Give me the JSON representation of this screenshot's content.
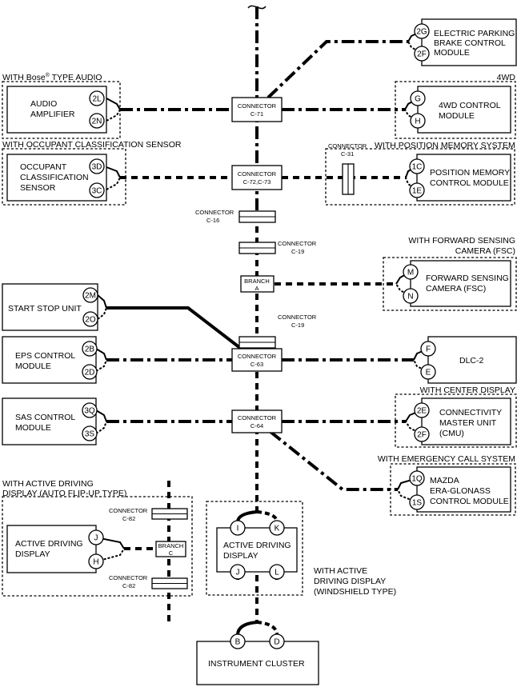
{
  "groups": {
    "bose": "WITH Bose",
    "bose_reg": "®",
    "bose_tail": " TYPE AUDIO",
    "fourwd": "4WD",
    "ocs": "WITH OCCUPANT CLASSIFICATION SENSOR",
    "posmem": "WITH POSITION MEMORY SYSTEM",
    "fsc_1": "WITH FORWARD SENSING",
    "fsc_2": "CAMERA (FSC)",
    "center": "WITH CENTER DISPLAY",
    "emergency": "WITH EMERGENCY CALL SYSTEM",
    "adflip_1": "WITH ACTIVE DRIVING",
    "adflip_2": "DISPLAY (AUTO FLIP-UP TYPE)",
    "adwind_1": "WITH ACTIVE",
    "adwind_2": "DRIVING DISPLAY",
    "adwind_3": "(WINDSHIELD TYPE)"
  },
  "modules": {
    "epb": [
      "ELECTRIC PARKING",
      "BRAKE CONTROL",
      "MODULE"
    ],
    "audio": [
      "AUDIO",
      "AMPLIFIER"
    ],
    "fourwd": [
      "4WD CONTROL",
      "MODULE"
    ],
    "ocs": [
      "OCCUPANT",
      "CLASSIFICATION",
      "SENSOR"
    ],
    "posmem": [
      "POSITION MEMORY",
      "CONTROL MODULE"
    ],
    "fsc": [
      "FORWARD SENSING",
      "CAMERA (FSC)"
    ],
    "ssu": [
      "START STOP UNIT"
    ],
    "eps": [
      "EPS CONTROL",
      "MODULE"
    ],
    "dlc": [
      "DLC-2"
    ],
    "sas": [
      "SAS CONTROL",
      "MODULE"
    ],
    "cmu": [
      "CONNECTIVITY",
      "MASTER UNIT",
      "(CMU)"
    ],
    "era": [
      "MAZDA",
      "ERA-GLONASS",
      "CONTROL MODULE"
    ],
    "adflip": [
      "ACTIVE DRIVING",
      "DISPLAY"
    ],
    "adwind": [
      "ACTIVE DRIVING",
      "DISPLAY"
    ],
    "ic": [
      "INSTRUMENT CLUSTER"
    ]
  },
  "pins": {
    "epb_a": "2G",
    "epb_b": "2F",
    "audio_a": "2L",
    "audio_b": "2N",
    "fourwd_a": "G",
    "fourwd_b": "H",
    "ocs_a": "3D",
    "ocs_b": "3C",
    "posmem_a": "1C",
    "posmem_b": "1E",
    "fsc_a": "M",
    "fsc_b": "N",
    "ssu_a": "2M",
    "ssu_b": "2O",
    "eps_a": "2B",
    "eps_b": "2D",
    "dlc_a": "F",
    "dlc_b": "E",
    "sas_a": "3Q",
    "sas_b": "3S",
    "cmu_a": "2E",
    "cmu_b": "2F",
    "era_a": "1Q",
    "era_b": "1S",
    "adflip_a": "J",
    "adflip_b": "H",
    "adwind_tl": "I",
    "adwind_tr": "K",
    "adwind_bl": "J",
    "adwind_br": "L",
    "ic_a": "B",
    "ic_b": "D"
  },
  "connectors": {
    "c71": [
      "CONNECTOR",
      "C-71"
    ],
    "c7273": [
      "CONNECTOR",
      "C-72,C-73"
    ],
    "c31": [
      "CONNECTOR",
      "C-31"
    ],
    "c16": [
      "CONNECTOR",
      "C-16"
    ],
    "c19a": [
      "CONNECTOR",
      "C-19"
    ],
    "branch_a": [
      "BRANCH",
      "A"
    ],
    "c19b": [
      "CONNECTOR",
      "C-19"
    ],
    "c63": [
      "CONNECTOR",
      "C-63"
    ],
    "c64": [
      "CONNECTOR",
      "C-64"
    ],
    "c82a": [
      "CONNECTOR",
      "C-82"
    ],
    "branch_c": [
      "BRANCH",
      "C"
    ],
    "c82b": [
      "CONNECTOR",
      "C-82"
    ]
  }
}
